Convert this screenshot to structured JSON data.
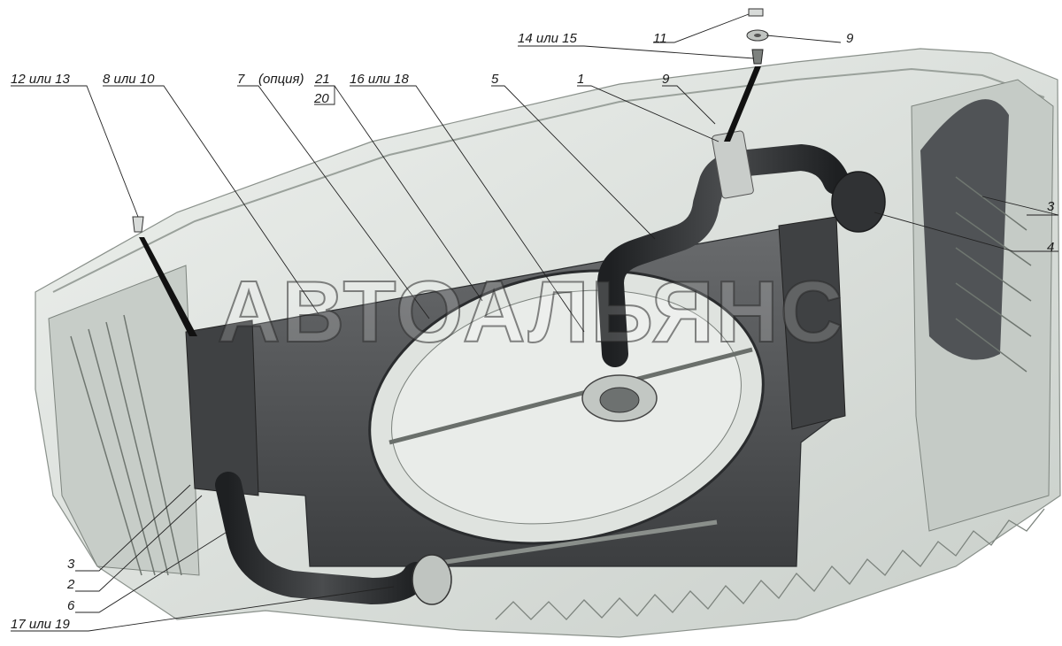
{
  "watermark": "АВТОАЛЬЯНС",
  "callouts": {
    "c_12_13": "12 или 13",
    "c_8_10": "8 или 10",
    "c_7": "7",
    "c_option": "(опция)",
    "c_21": "21",
    "c_20": "20",
    "c_16_18": "16 или 18",
    "c_5": "5",
    "c_1": "1",
    "c_9_top": "9",
    "c_14_15": "14 или 15",
    "c_11": "11",
    "c_9_right": "9",
    "c_3_right": "3",
    "c_4": "4",
    "c_3_left": "3",
    "c_2": "2",
    "c_6": "6",
    "c_17_19": "17 или 19"
  },
  "colors": {
    "body_panel": "#dde2dd",
    "radiator": "#4b4d4f",
    "hose": "#2c2e30",
    "leader": "#222222"
  }
}
